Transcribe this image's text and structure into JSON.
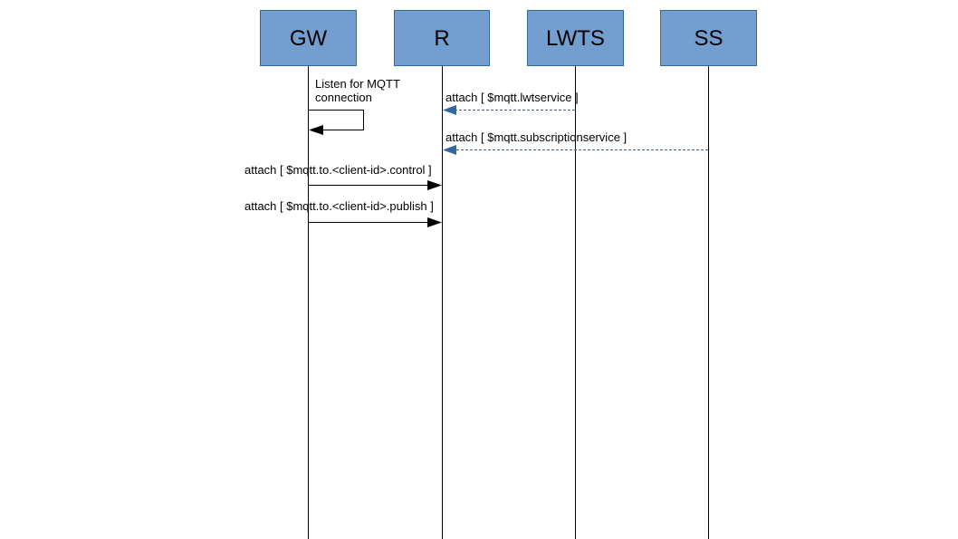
{
  "diagram": {
    "participants": [
      {
        "id": "gw",
        "label": "GW"
      },
      {
        "id": "r",
        "label": "R"
      },
      {
        "id": "lwts",
        "label": "LWTS"
      },
      {
        "id": "ss",
        "label": "SS"
      }
    ],
    "messages": [
      {
        "id": "self",
        "label_lines": [
          "Listen for MQTT",
          "connection"
        ],
        "from": "GW",
        "to": "GW",
        "style": "solid"
      },
      {
        "id": "lwt",
        "label": "attach [ $mqtt.lwtservice ]",
        "from": "LWTS",
        "to": "R",
        "style": "dashed"
      },
      {
        "id": "sub",
        "label": "attach [ $mqtt.subscriptionservice ]",
        "from": "SS",
        "to": "R",
        "style": "dashed"
      },
      {
        "id": "ctrl",
        "label": "attach [ $mqtt.to.<client-id>.control ]",
        "from": "GW",
        "to": "R",
        "style": "solid"
      },
      {
        "id": "pub",
        "label": "attach [ $mqtt.to.<client-id>.publish ]",
        "from": "GW",
        "to": "R",
        "style": "solid"
      }
    ],
    "colors": {
      "participant_fill": "#729fcf",
      "participant_border": "#3465a4",
      "dashed_arrow": "#3465a4",
      "solid_arrow": "#000000"
    }
  }
}
